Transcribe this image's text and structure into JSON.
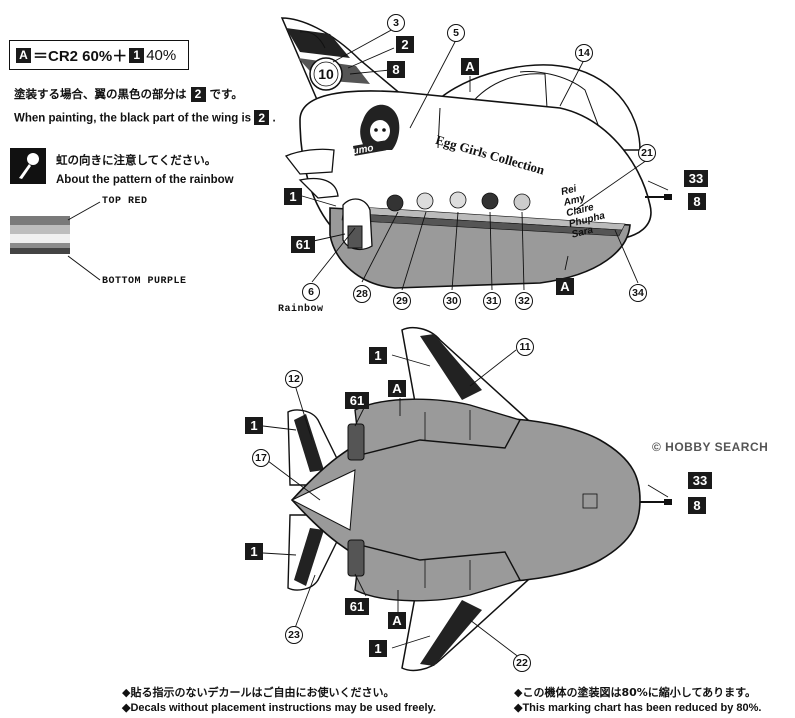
{
  "formula": {
    "part_a": "A",
    "text_a": "＝CR2 60%＋",
    "part_1": "1",
    "text_1": "40%"
  },
  "paint_note": {
    "jp": "塗装する場合、翼の黒色の部分は",
    "jp_box": "2",
    "jp_tail": "です。",
    "en": "When painting, the black part of the wing is",
    "en_box": "2",
    "en_tail": "."
  },
  "rainbow_note": {
    "jp": "虹の向きに注意してください。",
    "en": "About the pattern of the rainbow",
    "top": "TOP RED",
    "bottom": "BOTTOM PURPLE"
  },
  "rainbow_colors": [
    "#7a7a7a",
    "#bdbdbd",
    "#f0f0f0",
    "#8c8c8c",
    "#444444"
  ],
  "side_view": {
    "mascot_name": "Mikumo",
    "tail_number": "10",
    "logo_text": "Egg Girls Collection",
    "names": [
      "Rei",
      "Amy",
      "Claire",
      "Phupha",
      "Sara"
    ],
    "rainbow_label": "Rainbow"
  },
  "callouts": {
    "n3": "3",
    "n5": "5",
    "n14": "14",
    "n21": "21",
    "n6": "6",
    "n28": "28",
    "n29": "29",
    "n30": "30",
    "n31": "31",
    "n32": "32",
    "n34": "34",
    "n12": "12",
    "n11": "11",
    "n17": "17",
    "n23": "23",
    "n22": "22"
  },
  "boxes": {
    "b2": "2",
    "b8a": "8",
    "bA1": "A",
    "b1a": "1",
    "b61a": "61",
    "b33a": "33",
    "b8b": "8",
    "bA2": "A",
    "b1b": "1",
    "bA3": "A",
    "b61b": "61",
    "b1c": "1",
    "b33b": "33",
    "b8c": "8",
    "b1d": "1",
    "b61c": "61",
    "bA4": "A",
    "b1e": "1"
  },
  "watermark": "© HOBBY SEARCH",
  "footer": {
    "jp_left": "◆貼る指示のないデカールはご自由にお使いください。",
    "en_left": "◆Decals without placement instructions may be used freely.",
    "jp_right": "◆この機体の塗装図は80%に縮小してあります。",
    "en_right": "◆This marking chart has been reduced by 80%."
  }
}
